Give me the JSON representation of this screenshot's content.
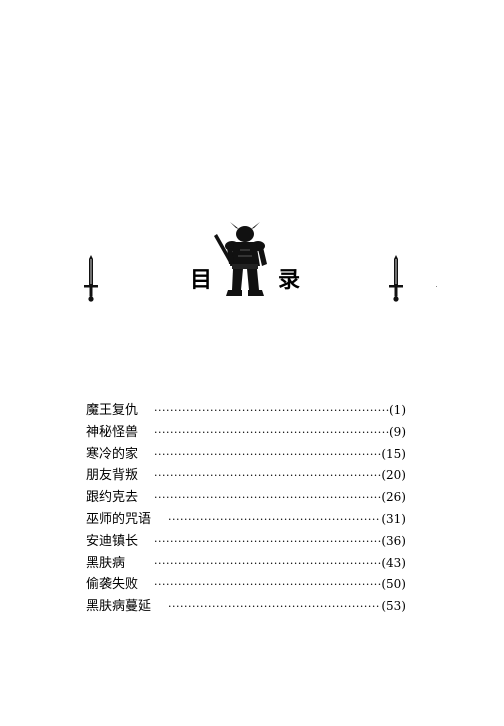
{
  "heading": {
    "char1": "目",
    "char2": "录"
  },
  "toc": [
    {
      "title": "魔王复仇",
      "page": "(1)"
    },
    {
      "title": "神秘怪兽",
      "page": "(9)"
    },
    {
      "title": "寒冷的家",
      "page": "(15)"
    },
    {
      "title": "朋友背叛",
      "page": "(20)"
    },
    {
      "title": "跟约克去",
      "page": "(26)"
    },
    {
      "title": "巫师的咒语",
      "page": "(31)"
    },
    {
      "title": "安迪镇长",
      "page": "(36)"
    },
    {
      "title": "黑肤病",
      "page": "(43)"
    },
    {
      "title": "偷袭失败",
      "page": "(50)"
    },
    {
      "title": "黑肤病蔓延",
      "page": "(53)"
    }
  ]
}
